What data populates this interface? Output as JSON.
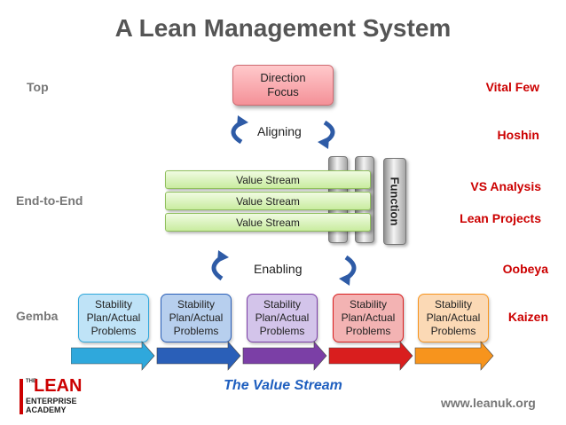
{
  "title": "A Lean Management System",
  "levels": {
    "top": "Top",
    "end_to_end": "End-to-End",
    "gemba": "Gemba"
  },
  "tools": {
    "vital_few": "Vital Few",
    "hoshin": "Hoshin",
    "vs_analysis": "VS Analysis",
    "lean_projects": "Lean Projects",
    "oobeya": "Oobeya",
    "kaizen": "Kaizen"
  },
  "direction": {
    "line1": "Direction",
    "line2": "Focus"
  },
  "aligning": "Aligning",
  "enabling": "Enabling",
  "function_label": "Function",
  "value_streams": [
    "Value Stream",
    "Value Stream",
    "Value Stream"
  ],
  "stability_boxes": [
    {
      "line1": "Stability",
      "line2": "Plan/Actual",
      "line3": "Problems",
      "color": "#bfe3f7"
    },
    {
      "line1": "Stability",
      "line2": "Plan/Actual",
      "line3": "Problems",
      "color": "#b7cfee"
    },
    {
      "line1": "Stability",
      "line2": "Plan/Actual",
      "line3": "Problems",
      "color": "#d3c4ea"
    },
    {
      "line1": "Stability",
      "line2": "Plan/Actual",
      "line3": "Problems",
      "color": "#f3b3b3"
    },
    {
      "line1": "Stability",
      "line2": "Plan/Actual",
      "line3": "Problems",
      "color": "#fbd9b5"
    }
  ],
  "stream_arrow_colors": [
    "#2fa8dc",
    "#2a5fb8",
    "#7b3fa6",
    "#d91e1e",
    "#f7941d"
  ],
  "value_stream_caption": "The Value Stream",
  "website": "www.leanuk.org",
  "logo": {
    "line1": "LEAN",
    "line2": "ENTERPRISE",
    "line3": "ACADEMY",
    "prefix": "THE"
  }
}
